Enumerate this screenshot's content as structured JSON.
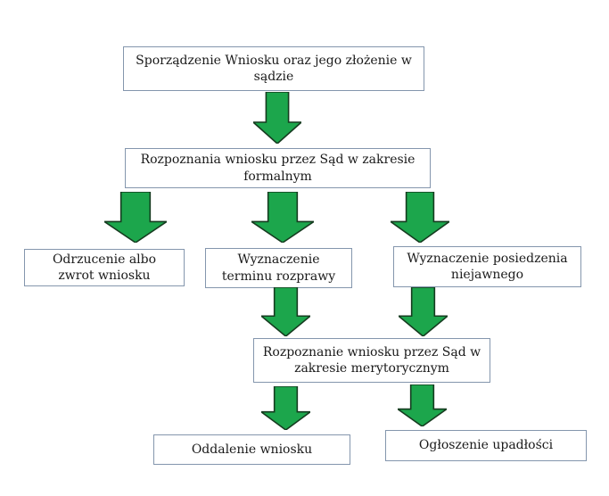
{
  "diagram": {
    "description": "Flowchart of Polish bankruptcy petition procedure",
    "background_color": "#ffffff",
    "box_border_color": "#8496ad",
    "box_fill_color": "#ffffff",
    "text_color": "#1a1a1a",
    "arrow_fill_color": "#1ca64c",
    "arrow_outline_color": "#163c20",
    "nodes": [
      {
        "id": "start",
        "label": "Sporządzenie Wniosku oraz jego złożenie w sądzie"
      },
      {
        "id": "formal-review",
        "label": "Rozpoznania wniosku przez Sąd w zakresie formalnym"
      },
      {
        "id": "rejection",
        "label": "Odrzucenie albo zwrot wniosku"
      },
      {
        "id": "hearing-date",
        "label": "Wyznaczenie terminu rozprawy"
      },
      {
        "id": "closed-session",
        "label": "Wyznaczenie posiedzenia niejawnego"
      },
      {
        "id": "merit-review",
        "label": "Rozpoznanie wniosku przez Sąd w zakresie merytorycznym"
      },
      {
        "id": "dismissal",
        "label": "Oddalenie wniosku"
      },
      {
        "id": "bankruptcy-declared",
        "label": "Ogłoszenie upadłości"
      }
    ],
    "flows": [
      {
        "from": "start",
        "to": "formal-review"
      },
      {
        "from": "formal-review",
        "to": "rejection"
      },
      {
        "from": "formal-review",
        "to": "hearing-date"
      },
      {
        "from": "formal-review",
        "to": "closed-session"
      },
      {
        "from": "hearing-date",
        "to": "merit-review"
      },
      {
        "from": "closed-session",
        "to": "merit-review"
      },
      {
        "from": "merit-review",
        "to": "dismissal"
      },
      {
        "from": "merit-review",
        "to": "bankruptcy-declared"
      }
    ]
  }
}
